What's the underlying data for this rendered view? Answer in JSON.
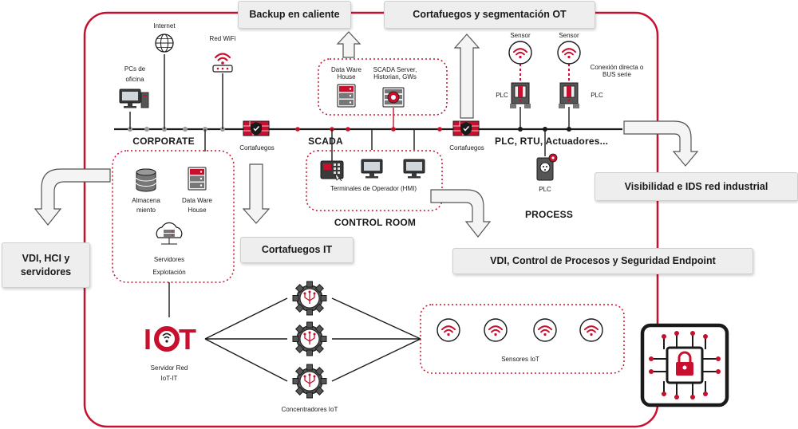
{
  "boxes": {
    "backup": "Backup en caliente",
    "ot_firewall": "Cortafuegos y segmentación OT",
    "visibility": "Visibilidad e IDS red industrial",
    "vdi_hci": "VDI, HCI y servidores",
    "it_firewall": "Cortafuegos IT",
    "vdi_process": "VDI, Control de Procesos y Seguridad Endpoint"
  },
  "zones": {
    "corporate": "CORPORATE",
    "scada": "SCADA",
    "plc_rtu": "PLC, RTU, Actuadores...",
    "control_room": "CONTROL ROOM",
    "process": "PROCESS"
  },
  "labels": {
    "internet": "Internet",
    "wifi": "Red WiFi",
    "pcs": "PCs de oficina",
    "firewall_1": "Cortafuegos",
    "firewall_2": "Cortafuegos",
    "storage": "Almacena miento",
    "dwh_corp": "Data Ware House",
    "servers": "Servidores Explotación",
    "dwh_scada": "Data Ware House",
    "scada_server": "SCADA Server, Historian, GWs",
    "hmi": "Terminales de Operador (HMI)",
    "sensor_1": "Sensor",
    "sensor_2": "Sensor",
    "plc_1": "PLC",
    "plc_2": "PLC",
    "plc_3": "PLC",
    "direct": "Conexión directa o BUS serie",
    "iot_logo": "IOT",
    "iot_server": "Servidor Red IoT-IT",
    "concentrators": "Concentradores IoT",
    "iot_sensors": "Sensores IoT"
  },
  "colors": {
    "accent": "#c8102e",
    "box_bg": "#eeeeee",
    "line": "#1a1a1a",
    "arrow_fill": "#f4f4f4"
  },
  "icons": [
    "globe-icon",
    "wifi-router-icon",
    "pc-icon",
    "firewall-icon",
    "database-icon",
    "server-rack-icon",
    "cloud-server-icon",
    "hmi-terminal-icon",
    "monitor-icon",
    "sensor-icon",
    "plc-icon",
    "iot-gear-icon",
    "wifi-sensor-icon",
    "chip-lock-icon"
  ]
}
